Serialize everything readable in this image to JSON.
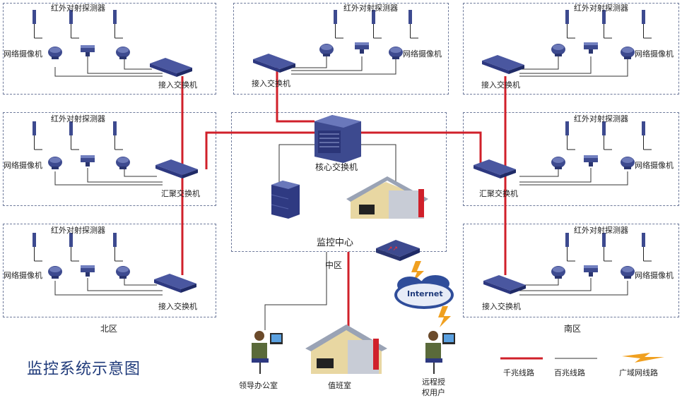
{
  "labels": {
    "ir_detector": "红外对射探测器",
    "camera": "网络摄像机",
    "access_switch": "接入交换机",
    "agg_switch": "汇聚交换机",
    "core_switch": "核心交换机",
    "monitor_center": "监控中心",
    "zone_middle": "中区",
    "zone_north": "北区",
    "zone_south": "南区",
    "internet": "Internet",
    "leader_office": "领导办公室",
    "duty_room": "值班室",
    "remote_user_l1": "远程授",
    "remote_user_l2": "权用户",
    "diagram_title": "监控系统示意图"
  },
  "legend": {
    "gigabit": "千兆线路",
    "hundred_mbps": "百兆线路",
    "wan": "广域网线路"
  },
  "colors": {
    "gigabit": "#d0202a",
    "hundred_mbps": "#333333",
    "wan": "#f0a020",
    "device": "#3d4a8f",
    "zone_border": "#6e7a9b",
    "title": "#1f3a7a"
  }
}
